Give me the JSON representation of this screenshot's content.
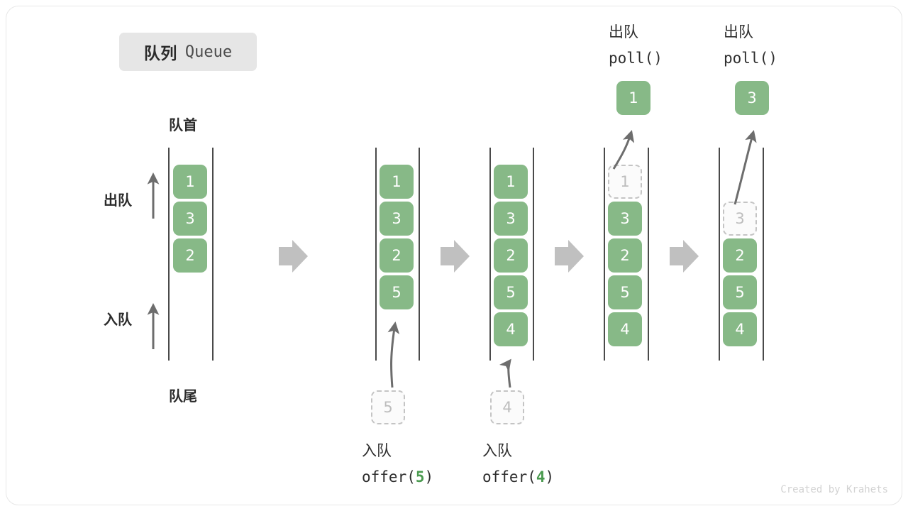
{
  "title": {
    "cn": "队列",
    "en": "Queue"
  },
  "labels": {
    "front": "队首",
    "rear": "队尾",
    "dequeue": "出队",
    "enqueue": "入队"
  },
  "credit": "Created by Krahets",
  "colors": {
    "cell_green": "#87b987",
    "ghost_border": "#c4c4c4",
    "ghost_text": "#bdbdbd",
    "rail": "#4a4a4a",
    "step_arrow": "#c0c0c0",
    "badge_bg": "#e6e6e6",
    "accent_number": "#4a9a4f",
    "text": "#2b2b2b"
  },
  "icons": {
    "step": "block-right-arrow-icon",
    "dequeue_direction": "up-arrow-icon",
    "enqueue_direction": "up-arrow-icon",
    "motion": "curved-arrow-icon"
  },
  "panels": [
    {
      "id": "panel-initial",
      "cells": [
        "1",
        "3",
        "2"
      ],
      "ghost_cell": null,
      "popped_cell": null,
      "caption_cn": "",
      "caption_code": "",
      "caption_arg": ""
    },
    {
      "id": "panel-offer-5",
      "cells": [
        "1",
        "3",
        "2",
        "5"
      ],
      "ghost_cell": "5",
      "popped_cell": null,
      "caption_cn": "入队",
      "caption_code": "offer(",
      "caption_arg": "5",
      "caption_code_end": ")"
    },
    {
      "id": "panel-offer-4",
      "cells": [
        "1",
        "3",
        "2",
        "5",
        "4"
      ],
      "ghost_cell": "4",
      "popped_cell": null,
      "caption_cn": "入队",
      "caption_code": "offer(",
      "caption_arg": "4",
      "caption_code_end": ")"
    },
    {
      "id": "panel-poll-1",
      "cells": [
        "3",
        "2",
        "5",
        "4"
      ],
      "ghost_cell": "1",
      "popped_cell": "1",
      "caption_cn": "出队",
      "caption_code": "poll()",
      "caption_arg": "",
      "caption_code_end": ""
    },
    {
      "id": "panel-poll-3",
      "cells": [
        "2",
        "5",
        "4"
      ],
      "ghost_cell": "3",
      "popped_cell": "3",
      "caption_cn": "出队",
      "caption_code": "poll()",
      "caption_arg": "",
      "caption_code_end": ""
    }
  ]
}
